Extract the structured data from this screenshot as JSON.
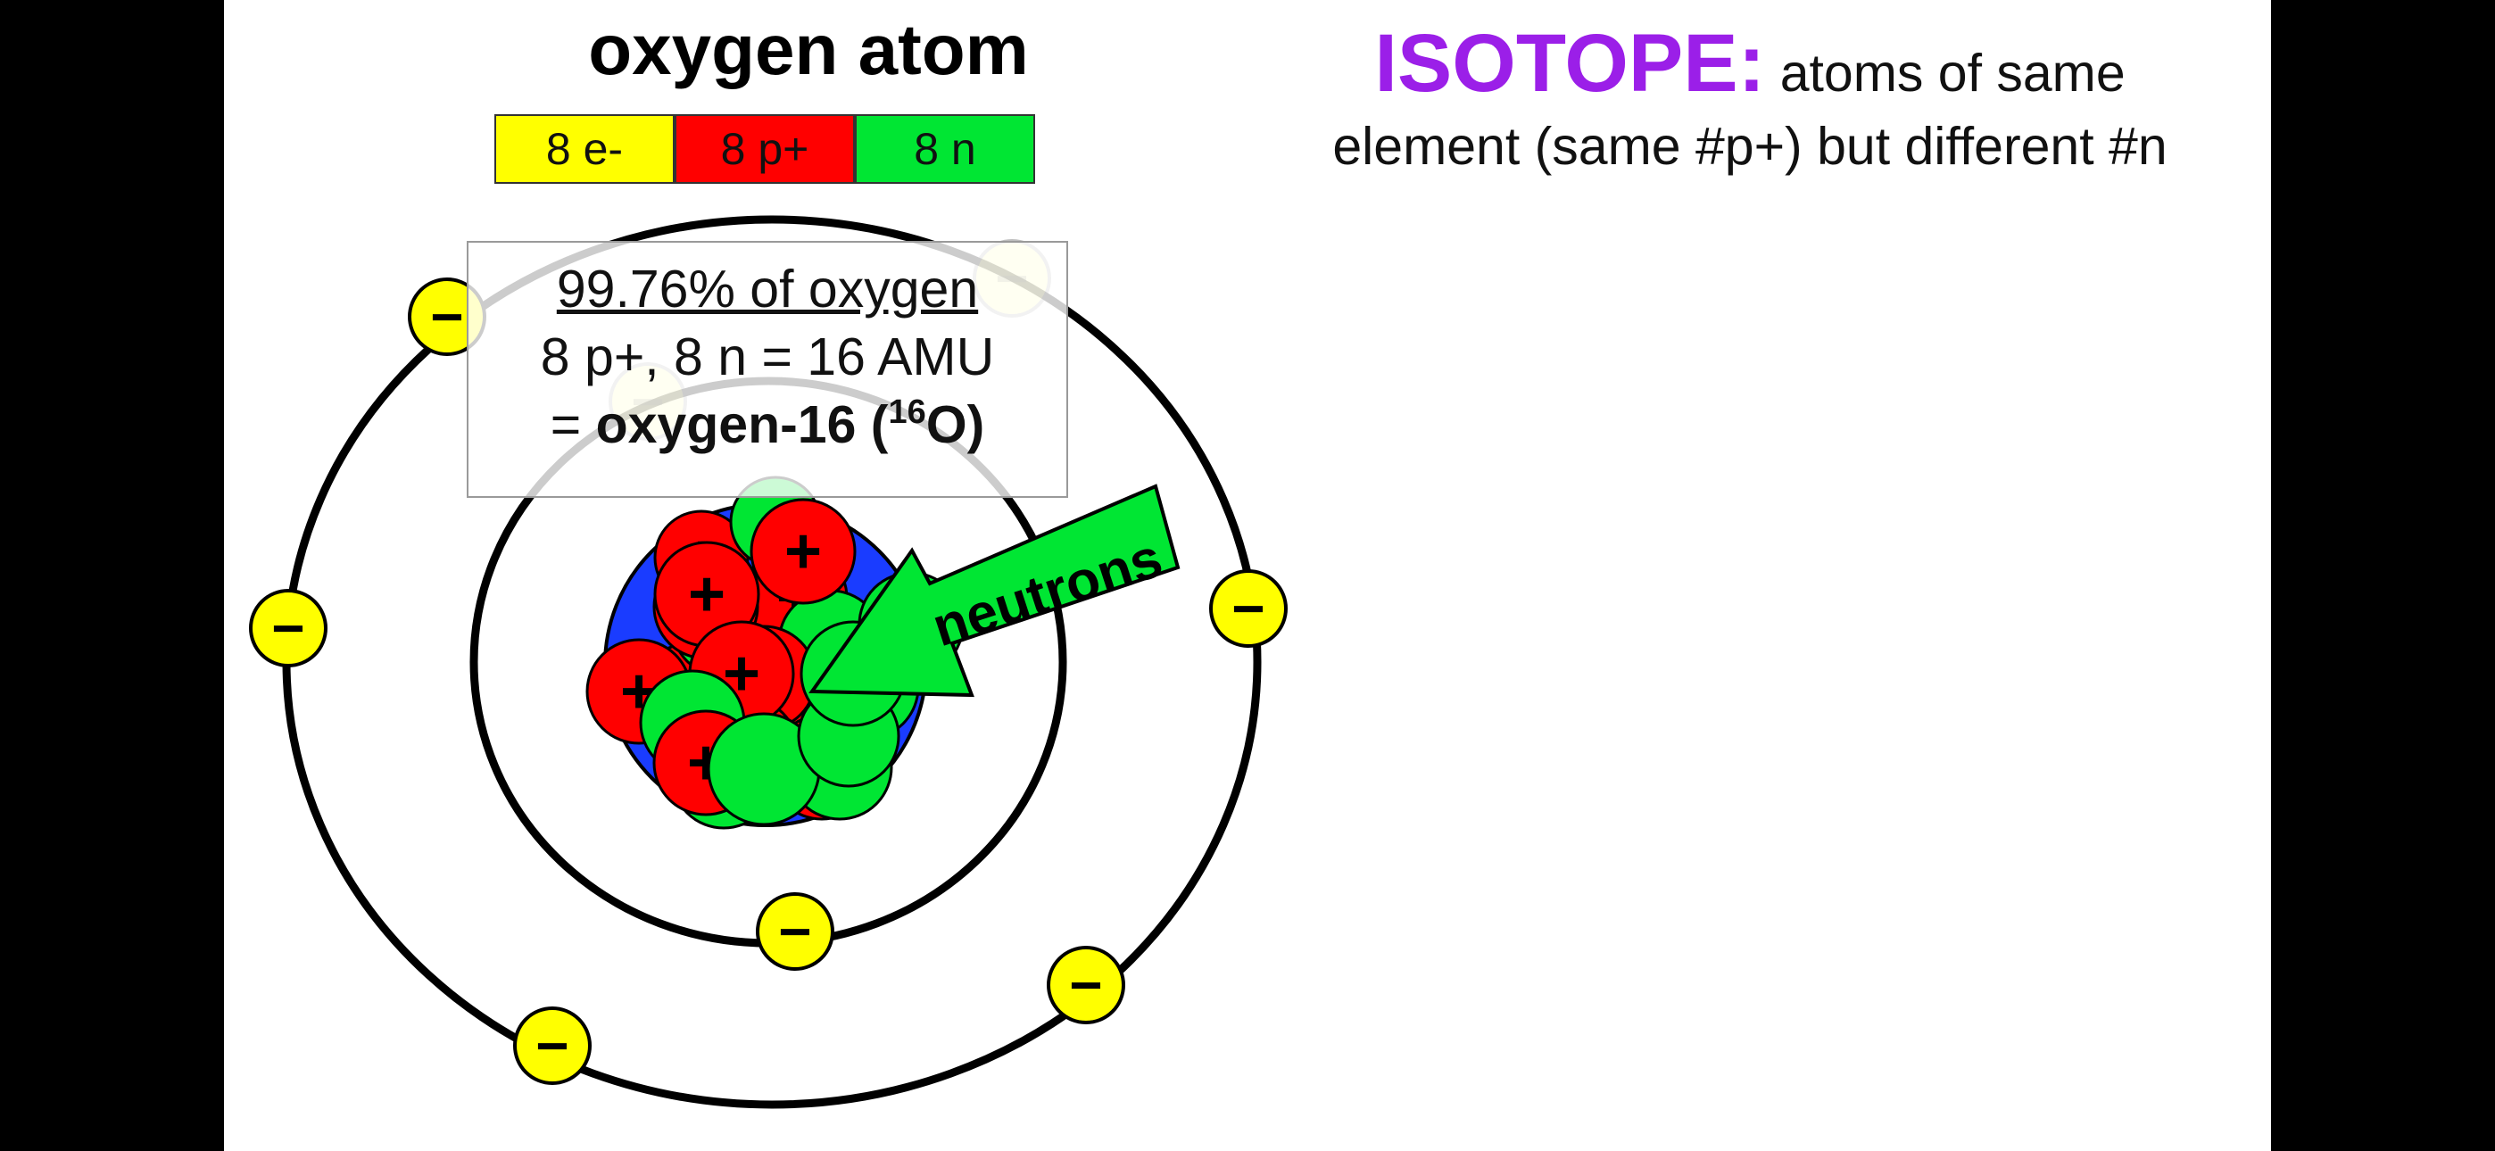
{
  "title": "oxygen atom",
  "particle_counts": [
    {
      "label": "8 e-",
      "color": "#ffff00"
    },
    {
      "label": "8 p+",
      "color": "#ff0000"
    },
    {
      "label": "8 n",
      "color": "#00e633"
    }
  ],
  "info_box": {
    "line1": "99.76% of oxygen",
    "line2": "8 p+, 8 n = 16 AMU",
    "line3_prefix": "= ",
    "line3_name": "oxygen-16 (",
    "line3_mass": "16",
    "line3_symbol": "O)"
  },
  "arrow_label": "neutrons",
  "definition": {
    "term": "ISOTOPE:",
    "line1": "atoms of same",
    "line2": "element (same #p+) but different #n"
  },
  "electron_symbol": "−",
  "proton_symbol": "+",
  "colors": {
    "electron": "#ffff00",
    "proton": "#ff0000",
    "neutron": "#00e633",
    "nucleus_ring": "#1a3cff",
    "term": "#9b1fe8"
  }
}
